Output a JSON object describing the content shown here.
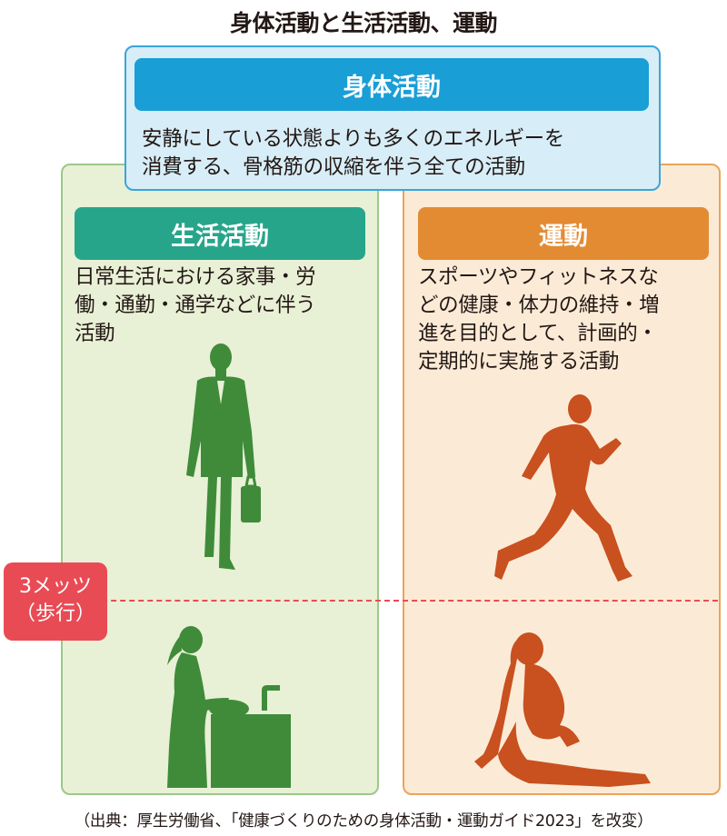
{
  "title": "身体活動と生活活動、運動",
  "physical_activity": {
    "label": "身体活動",
    "description_line1": "安静にしている状態よりも多くのエネルギーを",
    "description_line2": "消費する、骨格筋の収縮を伴う全ての活動"
  },
  "life_activity": {
    "label": "生活活動",
    "description_line1": "日常生活における家事・労",
    "description_line2": "働・通勤・通学などに伴う",
    "description_line3": "活動"
  },
  "exercise": {
    "label": "運動",
    "description_line1": "スポーツやフィットネスな",
    "description_line2": "どの健康・体力の維持・増",
    "description_line3": "進を目的として、計画的・",
    "description_line4": "定期的に実施する活動"
  },
  "threshold": {
    "line1": "3メッツ",
    "line2": "（歩行）"
  },
  "source": "（出典：厚生労働省、「健康づくりのための身体活動・運動ガイド2023」を改変）",
  "colors": {
    "physical_header": "#1a9ed6",
    "life_header": "#27a58b",
    "exercise_header": "#e38b33",
    "life_figure": "#3f8b3a",
    "exercise_figure": "#c9501f",
    "threshold": "#e94b55"
  }
}
